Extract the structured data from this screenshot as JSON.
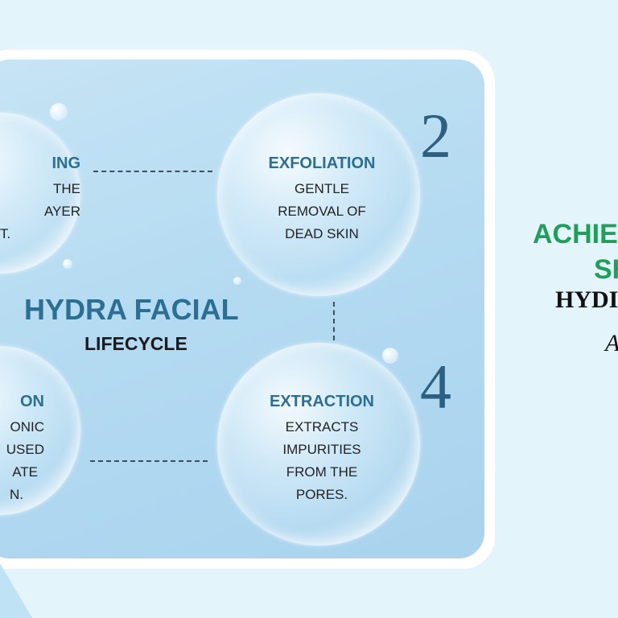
{
  "infographic": {
    "title": "HYDRA FACIAL",
    "subtitle": "LIFECYCLE",
    "steps": [
      {
        "title": "ING",
        "lines": [
          "THE",
          "AYER",
          "T."
        ]
      },
      {
        "number": "2",
        "title": "EXFOLIATION",
        "lines": [
          "GENTLE",
          "REMOVAL OF",
          "DEAD SKIN"
        ]
      },
      {
        "title": "ON",
        "lines": [
          "ONIC",
          "USED",
          "ATE",
          "N."
        ]
      },
      {
        "number": "4",
        "title": "EXTRACTION",
        "lines": [
          "EXTRACTS",
          "IMPURITIES",
          "FROM THE",
          "PORES."
        ]
      }
    ]
  },
  "headline": {
    "line1": "ACHIE",
    "line2": "SH",
    "line3": "HYDI",
    "line4": "A"
  },
  "colors": {
    "accent_blue": "#2b6f93",
    "green": "#1fa05a",
    "background": "#e4f4fb"
  }
}
